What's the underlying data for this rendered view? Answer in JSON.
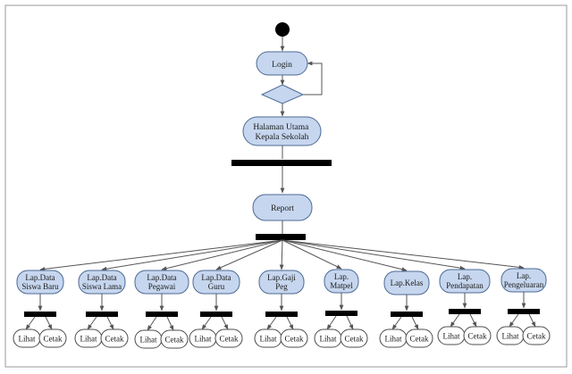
{
  "diagram": {
    "type": "activity-diagram",
    "colors": {
      "action_fill": "#c6d6ee",
      "action_stroke": "#4d6a96",
      "bar_fill": "#000000",
      "line": "#555555",
      "leaf_fill": "#ffffff",
      "leaf_stroke": "#4d4d4d"
    },
    "login_label": "Login",
    "home_label": [
      "Halaman Utama",
      "Kepala Sekolah"
    ],
    "report_label": "Report",
    "reports": [
      {
        "label": [
          "Lap.Data",
          "Siswa Baru"
        ],
        "lihat": "Lihat",
        "cetak": "Cetak"
      },
      {
        "label": [
          "Lap.Data",
          "Siswa Lama"
        ],
        "lihat": "Lihat",
        "cetak": "Cetak"
      },
      {
        "label": [
          "Lap.Data",
          "Pegawai"
        ],
        "lihat": "Lihat",
        "cetak": "Cetak"
      },
      {
        "label": [
          "Lap.Data",
          "Guru"
        ],
        "lihat": "Lihat",
        "cetak": "Cetak"
      },
      {
        "label": [
          "Lap.Gaji",
          "Peg"
        ],
        "lihat": "Lihat",
        "cetak": "Cetak"
      },
      {
        "label": [
          "Lap.",
          "Matpel"
        ],
        "lihat": "Lihat",
        "cetak": "Cetak"
      },
      {
        "label": [
          "Lap.Kelas"
        ],
        "lihat": "Lihat",
        "cetak": "Cetak"
      },
      {
        "label": [
          "Lap.",
          "Pendapatan"
        ],
        "lihat": "Lihat",
        "cetak": "Cetak"
      },
      {
        "label": [
          "Lap.",
          "Pengeluaran"
        ],
        "lihat": "Lihat",
        "cetak": "Cetak"
      }
    ]
  }
}
